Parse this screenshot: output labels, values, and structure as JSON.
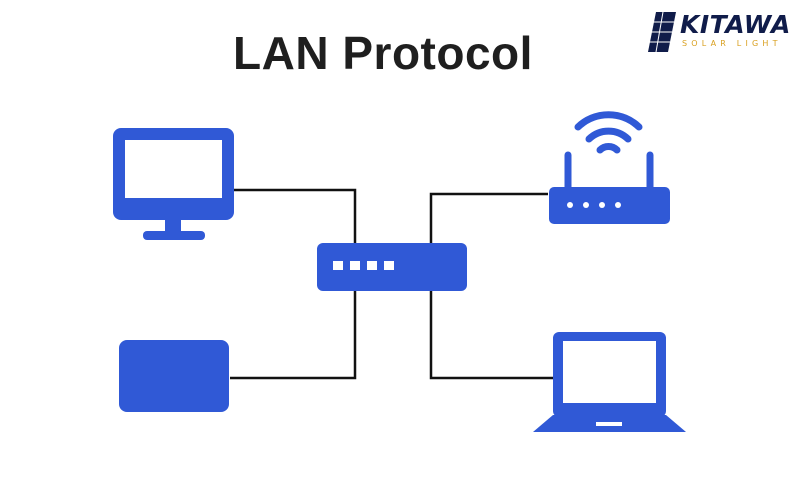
{
  "title": "LAN Protocol",
  "logo": {
    "name": "KITAWA",
    "tagline": "SOLAR LIGHT"
  },
  "colors": {
    "device": "#3059d6",
    "line": "#111111",
    "logo_navy": "#101c4a",
    "logo_gold": "#d9a020"
  },
  "nodes": [
    {
      "id": "desktop-monitor",
      "icon": "monitor-icon"
    },
    {
      "id": "tablet-device",
      "icon": "tablet-icon"
    },
    {
      "id": "network-switch",
      "icon": "switch-icon"
    },
    {
      "id": "wifi-router",
      "icon": "router-icon"
    },
    {
      "id": "laptop",
      "icon": "laptop-icon"
    }
  ],
  "connections": [
    {
      "from": "desktop-monitor",
      "to": "network-switch"
    },
    {
      "from": "tablet-device",
      "to": "network-switch"
    },
    {
      "from": "network-switch",
      "to": "wifi-router"
    },
    {
      "from": "network-switch",
      "to": "laptop"
    }
  ]
}
